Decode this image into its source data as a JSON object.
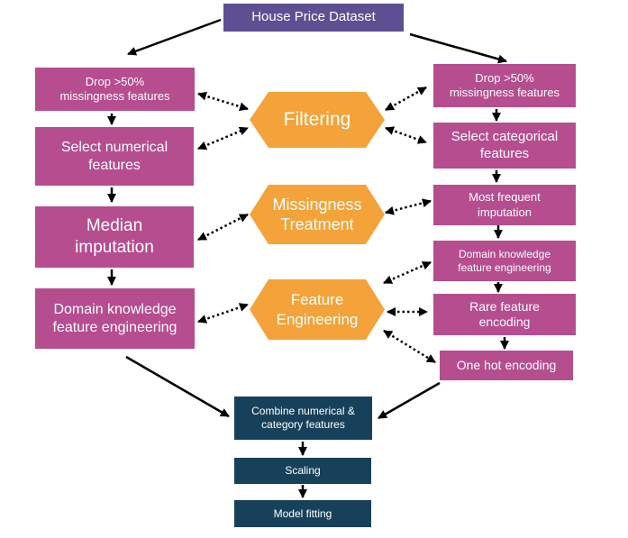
{
  "title": "House Price Dataset",
  "left": {
    "drop": "Drop >50%\nmissingness features",
    "select": "Select numerical\nfeatures",
    "median": "Median\nimputation",
    "domain": "Domain knowledge\nfeature engineering"
  },
  "right": {
    "drop": "Drop >50%\nmissingness features",
    "select": "Select categorical\nfeatures",
    "frequent": "Most frequent\nimputation",
    "domain": "Domain knowledge\nfeature engineering",
    "rare": "Rare feature\nencoding",
    "onehot": "One hot encoding"
  },
  "center": {
    "filtering": "Filtering",
    "missingness": "Missingness\nTreatment",
    "engineering": "Feature\nEngineering"
  },
  "bottom": {
    "combine": "Combine numerical &\ncategory features",
    "scaling": "Scaling",
    "fitting": "Model fitting"
  },
  "colors": {
    "title": "#5d4f92",
    "step": "#b54d8f",
    "stage": "#f3a339",
    "final": "#17415a"
  }
}
